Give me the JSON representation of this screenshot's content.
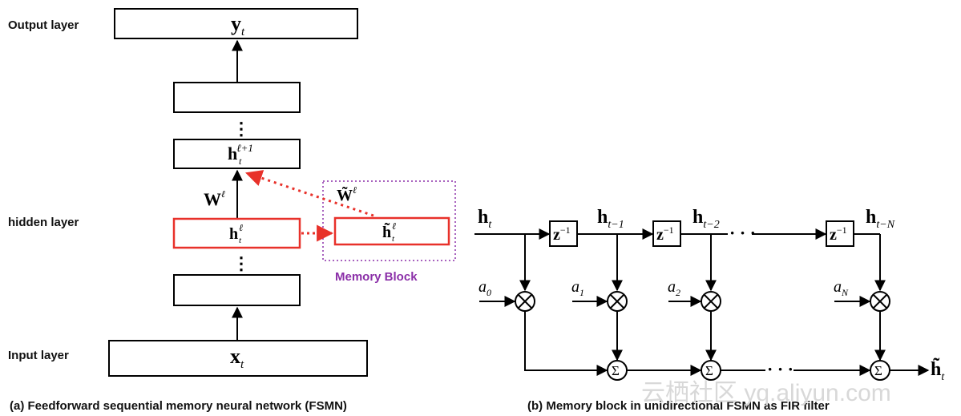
{
  "panel_a": {
    "layer_labels": {
      "output": "Output layer",
      "hidden": "hidden layer",
      "input": "Input layer"
    },
    "output_node": {
      "base": "y",
      "sub": "t"
    },
    "input_node": {
      "base": "x",
      "sub": "t"
    },
    "upper_hidden_node": {
      "base": "h",
      "sub": "t",
      "sup": "ℓ+1"
    },
    "hidden_node": {
      "base": "h",
      "sub": "t",
      "sup": "ℓ"
    },
    "memory_node": {
      "base": "h̃",
      "sub": "t",
      "sup": "ℓ"
    },
    "weight_W": {
      "base": "W",
      "sup": "ℓ"
    },
    "weight_W_tilde": {
      "base": "W̃",
      "sup": "ℓ"
    },
    "memory_block_label": "Memory  Block",
    "ellipsis": "⋮",
    "caption": "(a)  Feedforward sequential memory neural network (FSMN)"
  },
  "panel_b": {
    "input": {
      "base": "h",
      "sub": "t"
    },
    "taps": [
      {
        "base": "h",
        "sub": "t−1"
      },
      {
        "base": "h",
        "sub": "t−2"
      },
      {
        "base": "h",
        "sub": "t−N"
      }
    ],
    "delay": {
      "base": "z",
      "sup": "−1"
    },
    "coefficients": [
      {
        "base": "a",
        "sub": "0"
      },
      {
        "base": "a",
        "sub": "1"
      },
      {
        "base": "a",
        "sub": "2"
      },
      {
        "base": "a",
        "sub": "N"
      }
    ],
    "multiply_symbol": "⊗",
    "sum_symbol": "Σ",
    "dots": "· · ·",
    "output": {
      "base": "h̃",
      "sub": "t"
    },
    "caption": "(b) Memory block in unidirectional  FSMN as FIR filter"
  },
  "watermark": "云栖社区 yq.aliyun.com",
  "colors": {
    "highlight_red": "#e8312a",
    "memory_purple": "#8b2fa8",
    "stroke": "#000000"
  }
}
